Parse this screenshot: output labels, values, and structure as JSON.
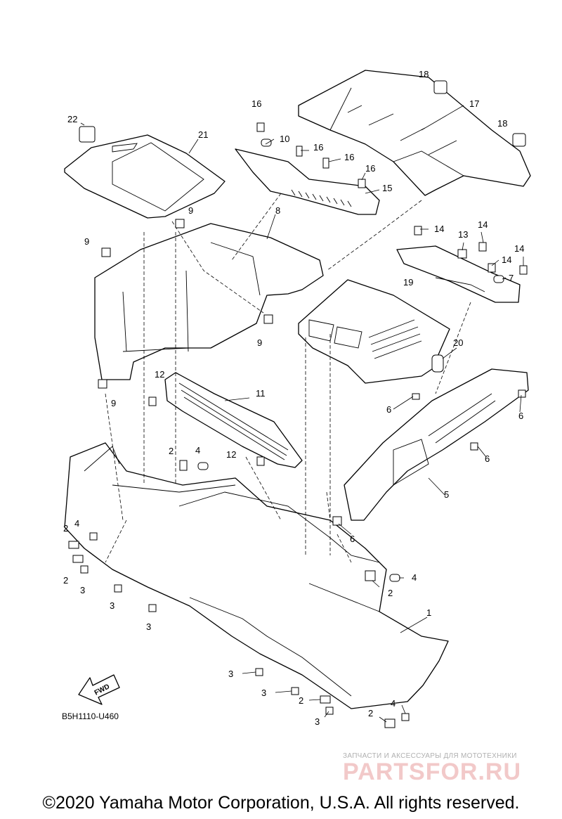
{
  "callouts": {
    "c1": "1",
    "c2a": "2",
    "c2b": "2",
    "c2c": "2",
    "c2d": "2",
    "c2e": "2",
    "c2f": "2",
    "c3a": "3",
    "c3b": "3",
    "c3c": "3",
    "c3d": "3",
    "c3e": "3",
    "c3f": "3",
    "c4a": "4",
    "c4b": "4",
    "c4c": "4",
    "c4d": "4",
    "c5": "5",
    "c6a": "6",
    "c6b": "6",
    "c6c": "6",
    "c6d": "6",
    "c7": "7",
    "c8": "8",
    "c9a": "9",
    "c9b": "9",
    "c9c": "9",
    "c9d": "9",
    "c10": "10",
    "c11": "11",
    "c12a": "12",
    "c12b": "12",
    "c13": "13",
    "c14a": "14",
    "c14b": "14",
    "c14c": "14",
    "c14d": "14",
    "c15": "15",
    "c16a": "16",
    "c16b": "16",
    "c16c": "16",
    "c16d": "16",
    "c17": "17",
    "c18a": "18",
    "c18b": "18",
    "c19": "19",
    "c20": "20",
    "c21": "21",
    "c22": "22"
  },
  "fwd_label": "FWD",
  "diagram_code": "B5H1110-U460",
  "watermark": {
    "subtitle": "ЗАПЧАСТИ И АКСЕССУАРЫ ДЛЯ МОТОТЕХНИКИ",
    "logo": "PARTSFOR.RU"
  },
  "copyright": "©2020 Yamaha Motor Corporation, U.S.A. All rights reserved."
}
